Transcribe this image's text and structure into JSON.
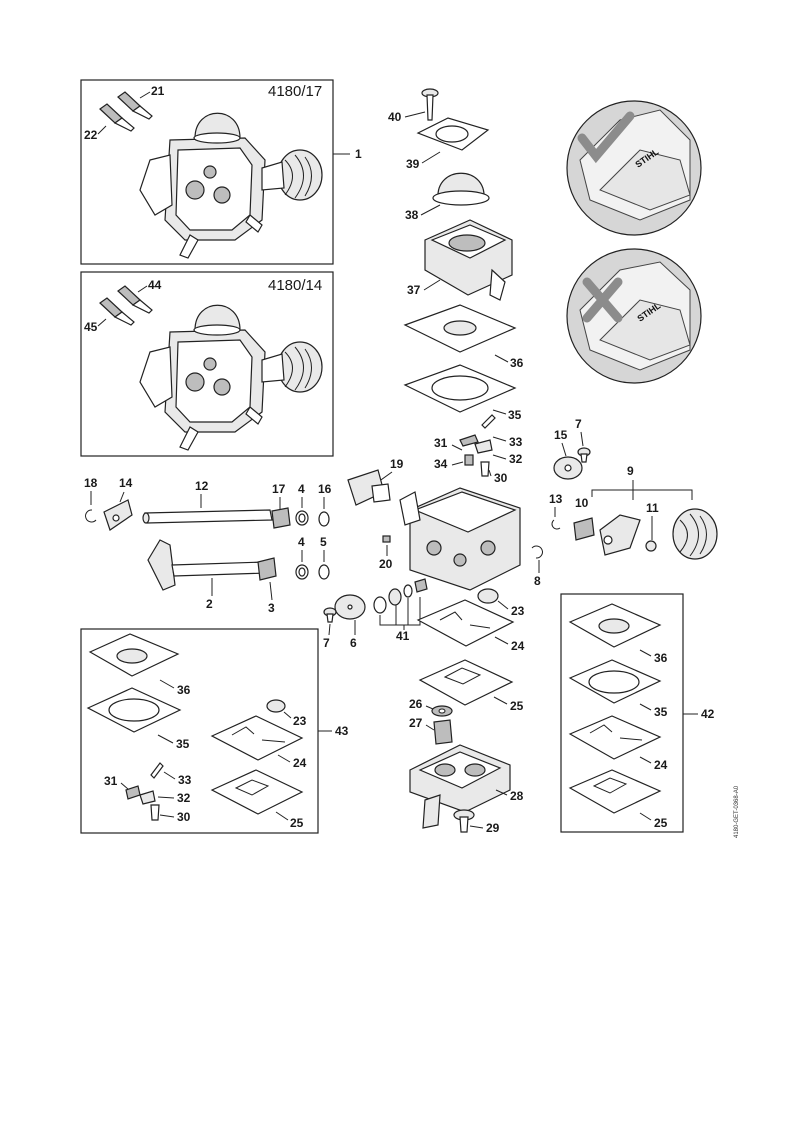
{
  "boxes": {
    "carb_17_title": "4180/17",
    "carb_14_title": "4180/14"
  },
  "doc_id": "4180-GET-0368-A0",
  "labels": {
    "l1": "1",
    "l2": "2",
    "l3": "3",
    "l4a": "4",
    "l4b": "4",
    "l5": "5",
    "l6": "6",
    "l7a": "7",
    "l7b": "7",
    "l8": "8",
    "l9": "9",
    "l10": "10",
    "l11": "11",
    "l12": "12",
    "l13": "13",
    "l14": "14",
    "l15": "15",
    "l16": "16",
    "l17": "17",
    "l18": "18",
    "l19": "19",
    "l20": "20",
    "l21": "21",
    "l22": "22",
    "l23a": "23",
    "l23b": "23",
    "l24a": "24",
    "l24b": "24",
    "l24c": "24",
    "l25a": "25",
    "l25b": "25",
    "l25c": "25",
    "l26": "26",
    "l27": "27",
    "l28": "28",
    "l29": "29",
    "l30a": "30",
    "l30b": "30",
    "l31a": "31",
    "l31b": "31",
    "l32a": "32",
    "l32b": "32",
    "l33a": "33",
    "l33b": "33",
    "l34": "34",
    "l35a": "35",
    "l35b": "35",
    "l35c": "35",
    "l36a": "36",
    "l36b": "36",
    "l36c": "36",
    "l37": "37",
    "l38": "38",
    "l39": "39",
    "l40": "40",
    "l41": "41",
    "l42": "42",
    "l43": "43",
    "l44": "44",
    "l45": "45"
  },
  "logos": {
    "brand": "STIHL"
  },
  "icons": {
    "correct": "check-mark-icon",
    "incorrect": "cross-mark-icon"
  }
}
